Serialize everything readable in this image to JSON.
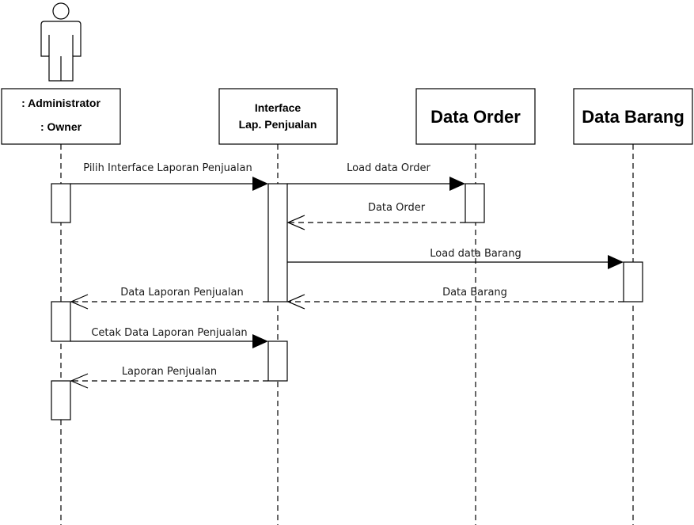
{
  "diagram": {
    "type": "uml-sequence-diagram",
    "actor": {
      "icon": "person-icon"
    },
    "participants": [
      {
        "id": "admin",
        "lines": [
          ": Administrator",
          ": Owner"
        ],
        "style": "small"
      },
      {
        "id": "interface",
        "lines": [
          "Interface",
          "Lap. Penjualan"
        ],
        "style": "small"
      },
      {
        "id": "order",
        "lines": [
          "Data Order"
        ],
        "style": "large"
      },
      {
        "id": "barang",
        "lines": [
          "Data Barang"
        ],
        "style": "large"
      }
    ],
    "messages": [
      {
        "from": "admin",
        "to": "interface",
        "label": "Pilih Interface Laporan Penjualan",
        "kind": "call"
      },
      {
        "from": "interface",
        "to": "order",
        "label": "Load data Order",
        "kind": "call"
      },
      {
        "from": "order",
        "to": "interface",
        "label": "Data Order",
        "kind": "return"
      },
      {
        "from": "interface",
        "to": "barang",
        "label": "Load data Barang",
        "kind": "call"
      },
      {
        "from": "interface",
        "to": "admin",
        "label": "Data Laporan Penjualan",
        "kind": "return"
      },
      {
        "from": "barang",
        "to": "interface",
        "label": "Data Barang",
        "kind": "return"
      },
      {
        "from": "admin",
        "to": "interface",
        "label": "Cetak Data Laporan Penjualan",
        "kind": "call"
      },
      {
        "from": "interface",
        "to": "admin",
        "label": "Laporan Penjualan",
        "kind": "return"
      }
    ]
  }
}
